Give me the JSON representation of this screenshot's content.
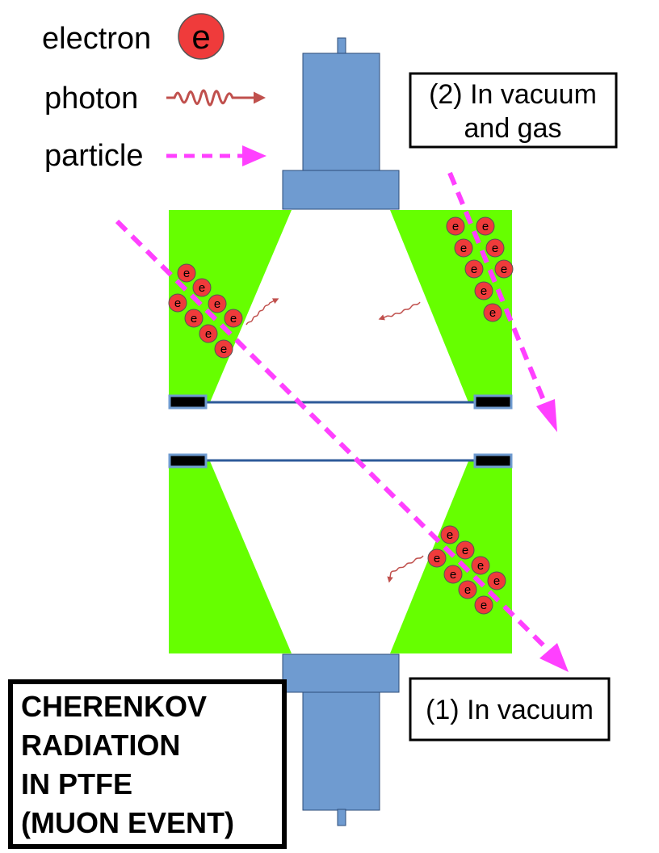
{
  "legend": {
    "electron_label": "electron",
    "electron_symbol": "e",
    "photon_label": "photon",
    "particle_label": "particle"
  },
  "boxes": {
    "vacuum_gas": [
      "(2) In vacuum",
      "and gas"
    ],
    "vacuum": "(1) In vacuum"
  },
  "title": [
    "CHERENKOV",
    "RADIATION",
    "IN PTFE",
    "(MUON EVENT)"
  ],
  "colors": {
    "ptfe": "#66ff00",
    "pmt": "#6f9bd0",
    "electron_fill": "#ef3b3b",
    "photon": "#c0504d",
    "particle": "#ff40ff",
    "window": "#2e5a99"
  },
  "icons": [
    "electron-icon",
    "photon-wave-icon",
    "particle-dashed-arrow-icon"
  ]
}
